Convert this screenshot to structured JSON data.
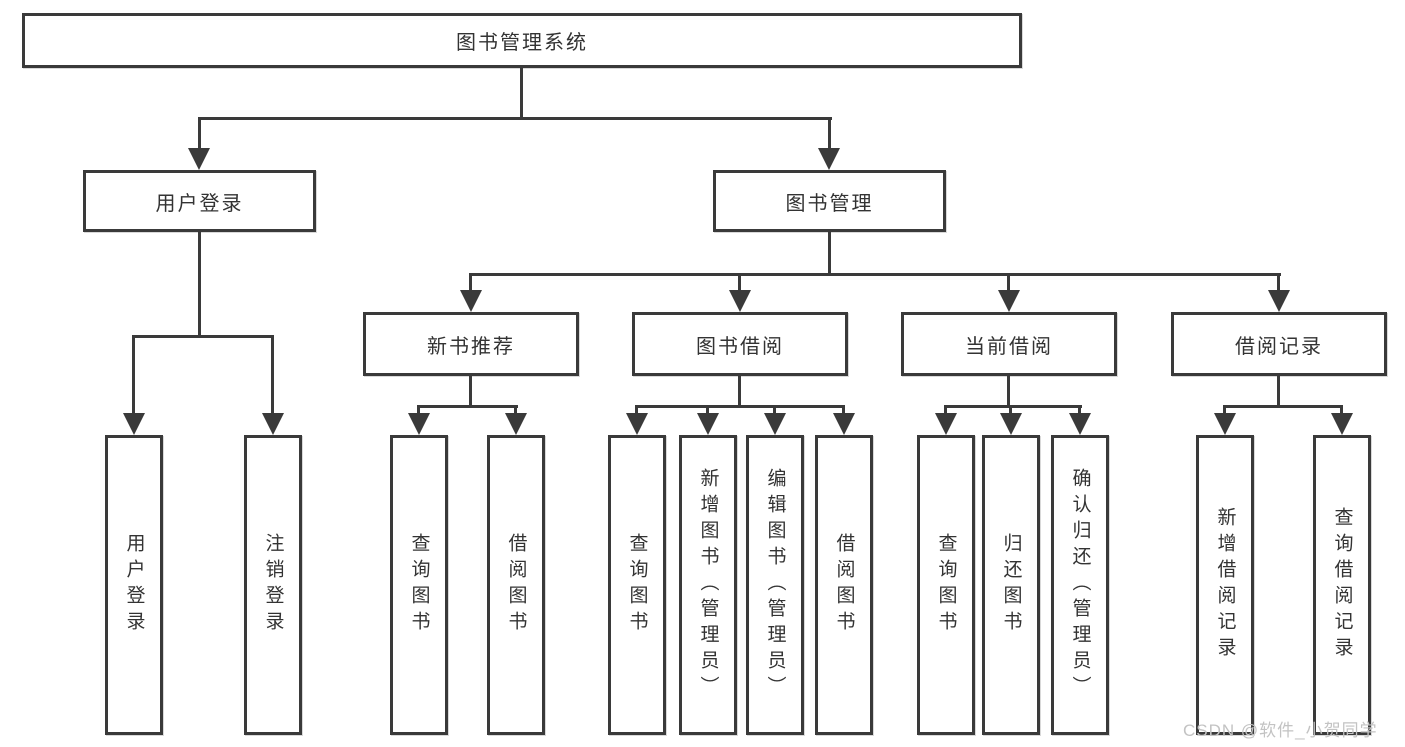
{
  "diagram_title": "图书管理系统",
  "root": {
    "label": "图书管理系统"
  },
  "level2": {
    "user_login": {
      "label": "用户登录"
    },
    "book_mgmt": {
      "label": "图书管理"
    }
  },
  "level3": {
    "new_book": {
      "label": "新书推荐"
    },
    "book_borrow": {
      "label": "图书借阅"
    },
    "current_borrow": {
      "label": "当前借阅"
    },
    "borrow_record": {
      "label": "借阅记录"
    }
  },
  "leaves": {
    "user_login": [
      "用户登录",
      "注销登录"
    ],
    "new_book": [
      "查询图书",
      "借阅图书"
    ],
    "book_borrow": [
      "查询图书",
      "新增图书（管理员）",
      "编辑图书（管理员）",
      "借阅图书"
    ],
    "current_borrow": [
      "查询图书",
      "归还图书",
      "确认归还（管理员）"
    ],
    "borrow_record": [
      "新增借阅记录",
      "查询借阅记录"
    ]
  },
  "watermark": "CSDN @软件_小贺同学",
  "colors": {
    "line": "#3a3a3a",
    "text": "#333333",
    "background": "#ffffff",
    "watermark": "#c3c3c3"
  }
}
